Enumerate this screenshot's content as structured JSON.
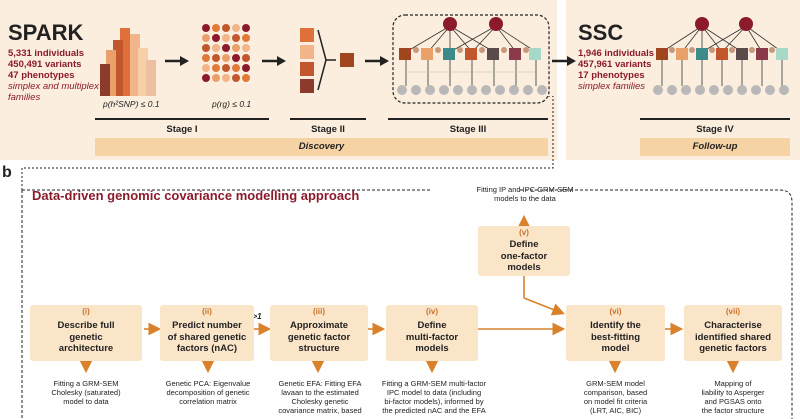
{
  "panel_a": {
    "spark": {
      "title": "SPARK",
      "individuals": "5,331 individuals",
      "variants": "450,491 variants",
      "phenotypes": "47 phenotypes",
      "families_line1": "simplex and multiplex",
      "families_line2": "families"
    },
    "ssc": {
      "title": "SSC",
      "individuals": "1,946 individuals",
      "variants": "457,961 variants",
      "phenotypes": "17 phenotypes",
      "families": "simplex families"
    },
    "threshold1": "p(h²SNP) ≤ 0.1",
    "threshold2": "p(rg) ≤ 0.1",
    "stages": [
      "Stage I",
      "Stage II",
      "Stage III",
      "Stage IV"
    ],
    "discovery": "Discovery",
    "followup": "Follow-up"
  },
  "panel_b": {
    "label": "b",
    "heading": "Data-driven genomic covariance modelling approach",
    "fitting_note_line1": "Fitting IP and IPC GRM-SEM",
    "fitting_note_line2": "models to the data",
    "nac_label": "nAC>1",
    "boxes": [
      {
        "roman": "(i)",
        "line1": "Describe full",
        "line2": "genetic",
        "line3": "architecture"
      },
      {
        "roman": "(ii)",
        "line1": "Predict number",
        "line2": "of shared genetic",
        "line3": "factors (nAC)"
      },
      {
        "roman": "(iii)",
        "line1": "Approximate",
        "line2": "genetic factor",
        "line3": "structure"
      },
      {
        "roman": "(iv)",
        "line1": "Define",
        "line2": "multi-factor",
        "line3": "models"
      },
      {
        "roman": "(v)",
        "line1": "Define",
        "line2": "one-factor",
        "line3": "models"
      },
      {
        "roman": "(vi)",
        "line1": "Identify the",
        "line2": "best-fitting",
        "line3": "model"
      },
      {
        "roman": "(vii)",
        "line1": "Characterise",
        "line2": "identified shared",
        "line3": "genetic factors"
      }
    ],
    "descs": [
      {
        "l1": "Fitting a GRM-SEM",
        "l2": "Cholesky (saturated)",
        "l3": "model to data"
      },
      {
        "l1": "Genetic PCA: Eigenvalue",
        "l2": "decomposition of genetic",
        "l3": "correlation matrix"
      },
      {
        "l1": "Genetic EFA: Fitting EFA",
        "l2": "lavaan to the estimated",
        "l3": "Cholesky genetic",
        "l4": "covariance matrix, based"
      },
      {
        "l1": "Fitting a GRM-SEM multi-factor",
        "l2": "IPC model to data (including",
        "l3": "bi-factor models), informed by",
        "l4": "the predicted nAC and the EFA"
      },
      {
        "l1": "GRM-SEM model",
        "l2": "comparison, based",
        "l3": "on model fit criteria",
        "l4": "(LRT, AIC, BIC)"
      },
      {
        "l1": "Mapping of",
        "l2": "liability to Asperger",
        "l3": "and PGSAS onto",
        "l4": "the factor structure"
      }
    ]
  },
  "colors": {
    "panel_bg": "#fbeede",
    "band": "#f6d3a5",
    "box_bg": "#fbe5c9",
    "accent_dark_red": "#8b1a2b",
    "arrow_orange": "#d9822b"
  }
}
